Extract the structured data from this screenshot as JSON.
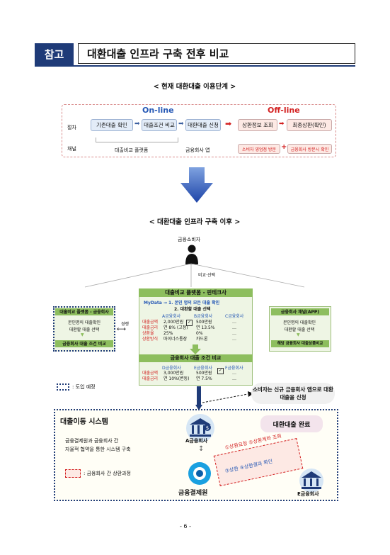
{
  "header": {
    "tag": "참고",
    "title": "대환대출 인프라 구축 전후 비교"
  },
  "before": {
    "title": "< 현재 대환대출 이용단계 >",
    "online": "On-line",
    "offline": "Off-line",
    "row1_label": "절차",
    "row2_label": "채널",
    "steps": [
      "기존대출 확인",
      "대출조건 비교",
      "대환대출 신청",
      "상환정보 조회",
      "최종상환(확인)"
    ],
    "channel_platform": "대출비교 플랫폼",
    "channel_app": "금융회사 앱",
    "channel_visit1": "소비자 영업점 방문",
    "channel_visit2": "금융회사 방문시 확인"
  },
  "after": {
    "title": "< 대환대출 인프라 구축 이후 >",
    "consumer": "금융소비자",
    "compare_select": "비교·선택",
    "platform_title": "대출비교 플랫폼 - 핀테크사",
    "mydata_line": "MyData → 1. 본인 명의 모든 대출 확인",
    "select_line": "2. 대환할 대출 선택",
    "banks1": [
      "A금융회사",
      "B금융회사",
      "C금융회사"
    ],
    "row_labels1": [
      "대출금액",
      "대출금리",
      "상환율",
      "상환방식"
    ],
    "a_vals": [
      "2,000만원",
      "연 8% (고정)",
      "25%",
      "마이너스통장"
    ],
    "b_vals": [
      "500만원",
      "연 13.5%",
      "0%",
      "카드론"
    ],
    "c_vals": [
      "…",
      "…",
      "…",
      "…"
    ],
    "compare_title": "금융회사 대출 조건 비교",
    "banks2": [
      "D금융회사",
      "E금융회사",
      "F금융회사"
    ],
    "row_labels2": [
      "대출금액",
      "대출금리"
    ],
    "d_vals": [
      "3,000만원",
      "연 10%(변동)"
    ],
    "e_vals": [
      "500만원",
      "연 7.5%"
    ],
    "f_vals": [
      "…",
      "…"
    ],
    "left_title": "대출비교 플랫폼 - 금융회사",
    "left_line1": "본인명의 대출확인",
    "left_line2": "대환할 대출 선택",
    "left_bottom": "금융회사 대출 조건 비교",
    "compete": "경쟁",
    "right_title": "금융회사 채널(APP)",
    "right_line1": "본인명의 대출확인",
    "right_line2": "대환할 대출 선택",
    "right_bottom": "해당 금융회사 대출상품비교",
    "legend_plan": ": 도입 예정",
    "consumer_apply": "소비자는 신규 금융회사 앱으로 대환대출을 신청"
  },
  "system": {
    "title": "대출이동 시스템",
    "desc1": "금융결제원과 금융회사 간",
    "desc2": "자율적 협약을 통한 시스템 구축",
    "legend_repay": ": 금융회사 간 상환과정",
    "complete": "대환대출 완료",
    "bank_a": "A금융회사",
    "bank_e": "E금융회사",
    "kftc": "금융결제원",
    "step_text1": "①상환요청 ②상환계좌 조회",
    "step_text2": "③상환 ④상환결과 확인"
  },
  "page_number": "- 6 -",
  "colors": {
    "navy": "#1f3b78",
    "blue": "#2457b5",
    "red": "#d32020",
    "green": "#8dbe5e"
  }
}
